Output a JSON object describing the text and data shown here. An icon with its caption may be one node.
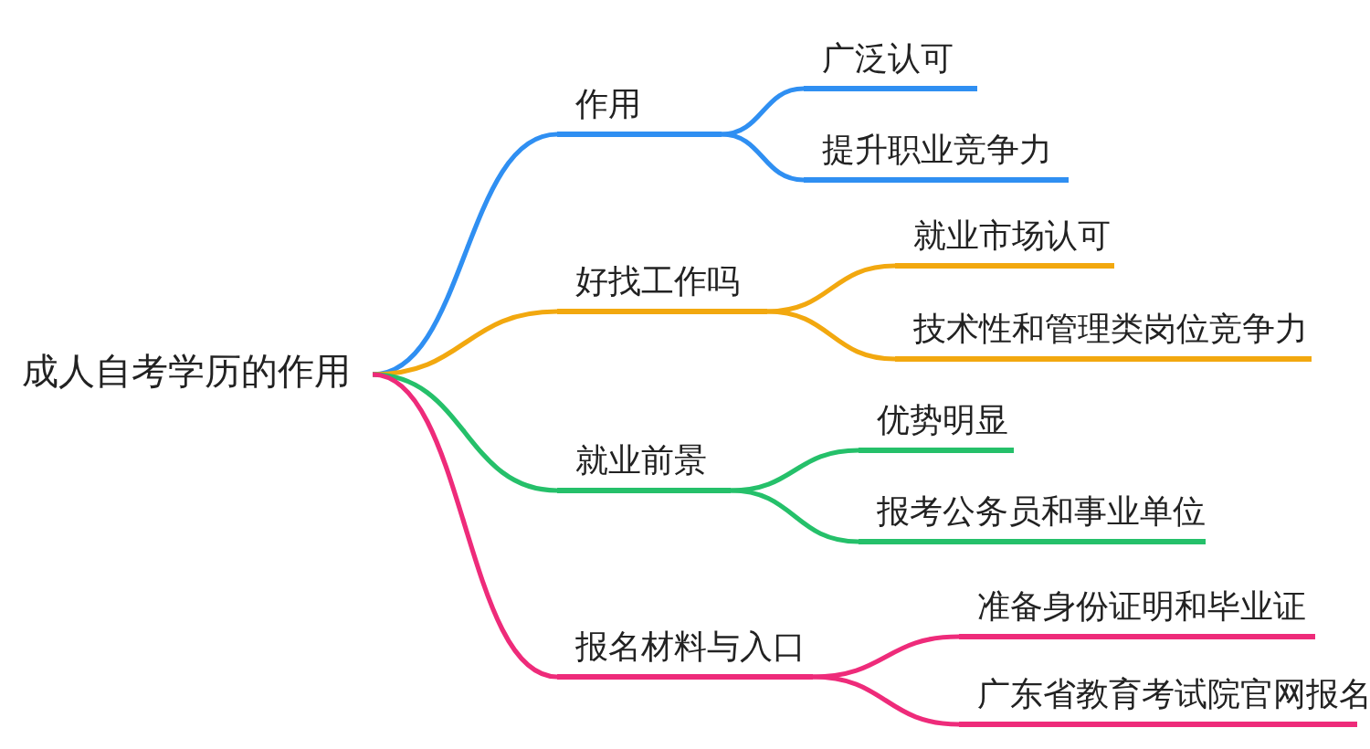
{
  "diagram": {
    "nodes": [
      {
        "text": [
          "成人自考学历的作用"
        ]
      },
      {
        "text": [
          "作用"
        ]
      },
      {
        "text": [
          "广泛认可"
        ]
      },
      {
        "text": [
          "提升职业竞争力"
        ]
      },
      {
        "text": [
          "好找工作吗"
        ]
      },
      {
        "text": [
          "就业市场认可"
        ]
      },
      {
        "text": [
          "技术性和管理类岗位竞争力"
        ]
      },
      {
        "text": [
          "就业前景"
        ]
      },
      {
        "text": [
          "优势明显"
        ]
      },
      {
        "text": [
          "报考公务员和事业单位"
        ]
      },
      {
        "text": [
          "报名材料与入口"
        ]
      },
      {
        "text": [
          "准备身份证明和毕业证"
        ]
      },
      {
        "text": [
          "广东省教育考试院官网报名"
        ]
      }
    ],
    "edges": [
      {
        "from": 0,
        "to": 1,
        "arrow": "none",
        "color": "#2f8ff2"
      },
      {
        "from": 1,
        "to": 2,
        "arrow": "none",
        "color": "#2f8ff2"
      },
      {
        "from": 1,
        "to": 3,
        "arrow": "none",
        "color": "#2f8ff2"
      },
      {
        "from": 0,
        "to": 4,
        "arrow": "none",
        "color": "#f2a80f"
      },
      {
        "from": 4,
        "to": 5,
        "arrow": "none",
        "color": "#f2a80f"
      },
      {
        "from": 4,
        "to": 6,
        "arrow": "none",
        "color": "#f2a80f"
      },
      {
        "from": 0,
        "to": 7,
        "arrow": "none",
        "color": "#25c06a"
      },
      {
        "from": 7,
        "to": 8,
        "arrow": "none",
        "color": "#25c06a"
      },
      {
        "from": 7,
        "to": 9,
        "arrow": "none",
        "color": "#25c06a"
      },
      {
        "from": 0,
        "to": 10,
        "arrow": "none",
        "color": "#ee2b7a"
      },
      {
        "from": 10,
        "to": 11,
        "arrow": "none",
        "color": "#ee2b7a"
      },
      {
        "from": 10,
        "to": 12,
        "arrow": "none",
        "color": "#ee2b7a"
      }
    ]
  }
}
